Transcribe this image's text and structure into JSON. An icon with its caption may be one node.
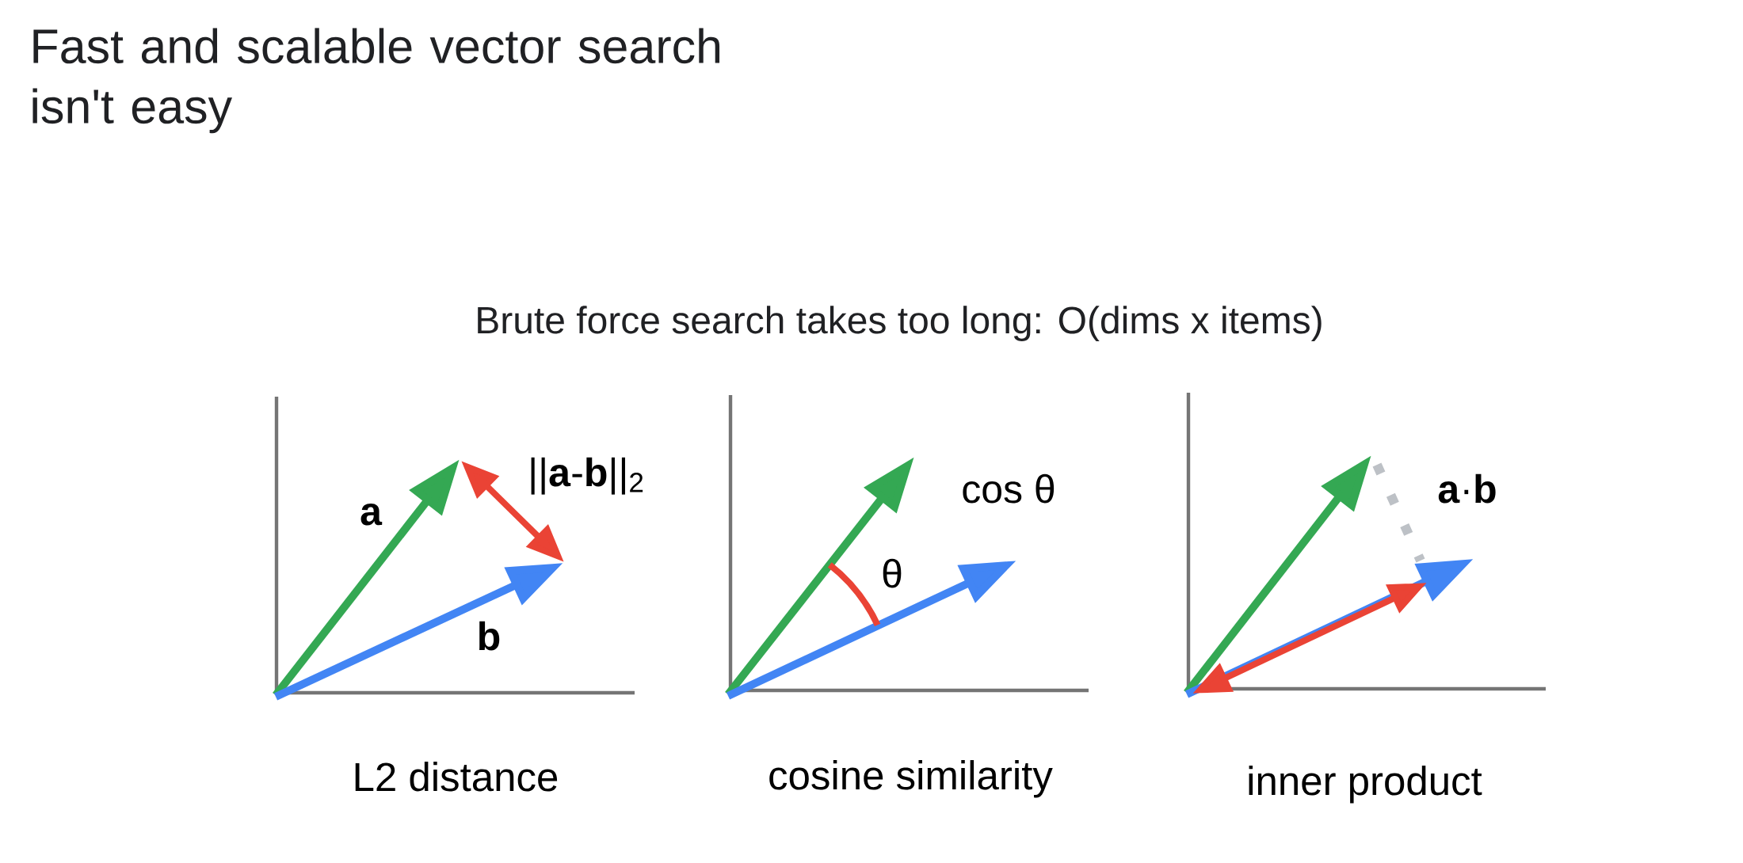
{
  "diagram": {
    "title": "Fast and scalable vector search isn't easy",
    "labels": [
      "Brute force search takes too long: O(dims x items)",
      "||**a**-**b**||$_{2}$",
      "a",
      "b",
      "L2 distance",
      "cos θ",
      "θ",
      "cosine similarity",
      "**a**·**b**",
      "inner product"
    ]
  }
}
